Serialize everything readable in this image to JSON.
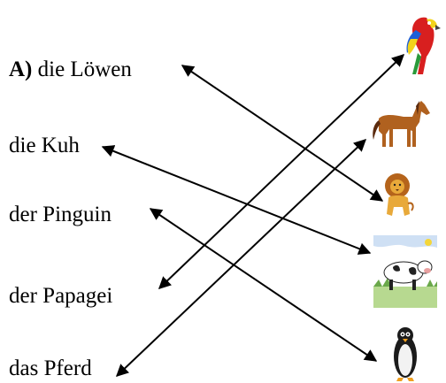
{
  "words": [
    {
      "prefix": "A)",
      "text": "die Löwen"
    },
    {
      "text": "die Kuh"
    },
    {
      "text": "der Pinguin"
    },
    {
      "text": "der Papagei"
    },
    {
      "text": "das Pferd"
    }
  ],
  "animals": [
    "parrot-icon",
    "horse-icon",
    "lion-icon",
    "cow-icon",
    "penguin-icon"
  ]
}
